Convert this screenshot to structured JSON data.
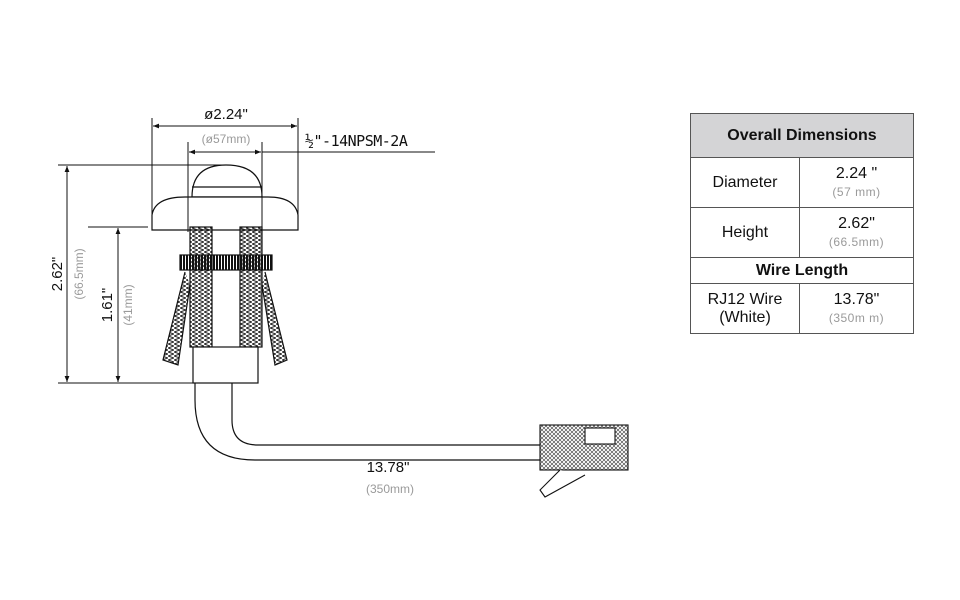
{
  "drawing": {
    "diameter_in": "ø2.24\"",
    "diameter_mm": "(ø57mm)",
    "thread_spec": "½\"-14NPSM-2A",
    "height_in": "2.62\"",
    "height_mm": "(66.5mm)",
    "thread_len_in": "1.61\"",
    "thread_len_mm": "(41mm)",
    "wire_len_in": "13.78\"",
    "wire_len_mm": "(350mm)"
  },
  "table": {
    "title": "Overall Dimensions",
    "rows": [
      {
        "label": "Diameter",
        "value": "2.24 \"",
        "sub": "(57 mm)"
      },
      {
        "label": "Height",
        "value": "2.62\"",
        "sub": "(66.5mm)"
      }
    ],
    "section": "Wire Length",
    "wire": {
      "label1": "RJ12 Wire",
      "label2": "(White)",
      "value": "13.78\"",
      "sub": "(350m m)"
    }
  }
}
